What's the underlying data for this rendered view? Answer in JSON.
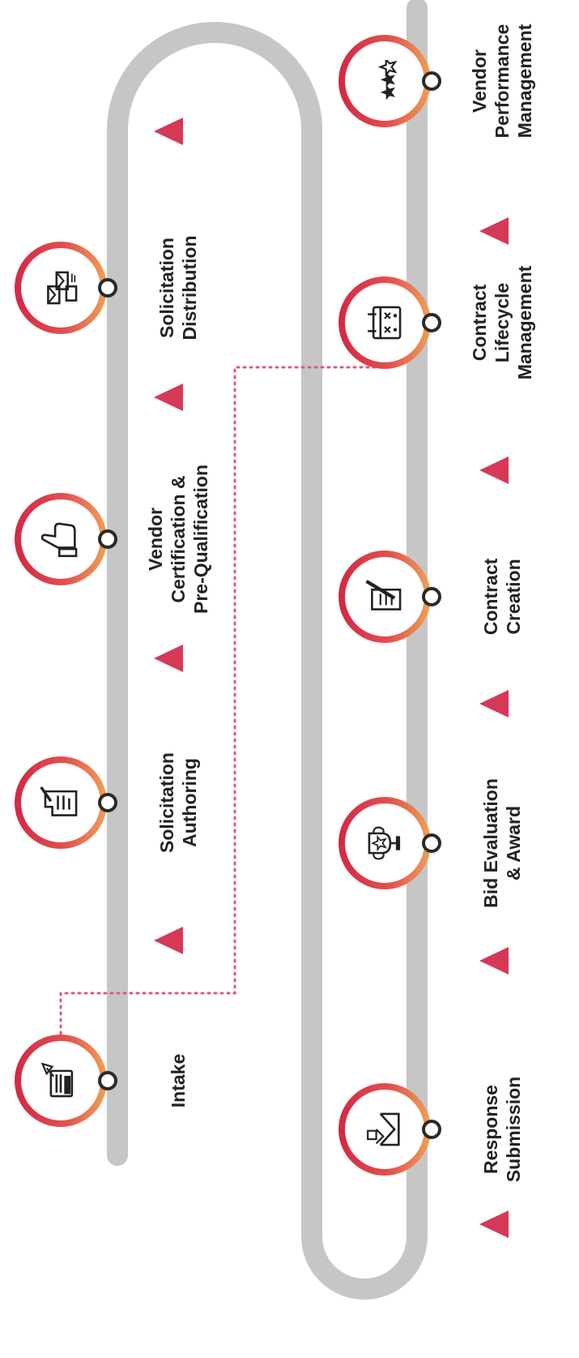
{
  "colors": {
    "track": "#c6c6c6",
    "ring_start": "#d42a45",
    "ring_end": "#ef9a55",
    "arrow": "#d63858",
    "dotted": "#dc5a78",
    "text": "#222222"
  },
  "steps": [
    {
      "id": "intake",
      "icon": "send-form-icon",
      "lines": [
        "Intake"
      ]
    },
    {
      "id": "solicitation-authoring",
      "icon": "document-edit-icon",
      "lines": [
        "Solicitation",
        "Authoring"
      ]
    },
    {
      "id": "vendor-certification",
      "icon": "thumbs-up-icon",
      "lines": [
        "Vendor",
        "Certification &",
        "Pre-Qualification"
      ]
    },
    {
      "id": "solicitation-distribution",
      "icon": "envelopes-icon",
      "lines": [
        "Solicitation",
        "Distribution"
      ]
    },
    {
      "id": "response-submission",
      "icon": "inbox-upload-icon",
      "lines": [
        "Response",
        "Submission"
      ]
    },
    {
      "id": "bid-evaluation",
      "icon": "trophy-icon",
      "lines": [
        "Bid Evaluation",
        "& Award"
      ]
    },
    {
      "id": "contract-creation",
      "icon": "contract-pen-icon",
      "lines": [
        "Contract",
        "Creation"
      ]
    },
    {
      "id": "contract-lifecycle",
      "icon": "calendar-grid-icon",
      "lines": [
        "Contract",
        "Lifecycle",
        "Management"
      ]
    },
    {
      "id": "vendor-performance",
      "icon": "star-rating-icon",
      "lines": [
        "Vendor",
        "Performance",
        "Management"
      ]
    }
  ]
}
